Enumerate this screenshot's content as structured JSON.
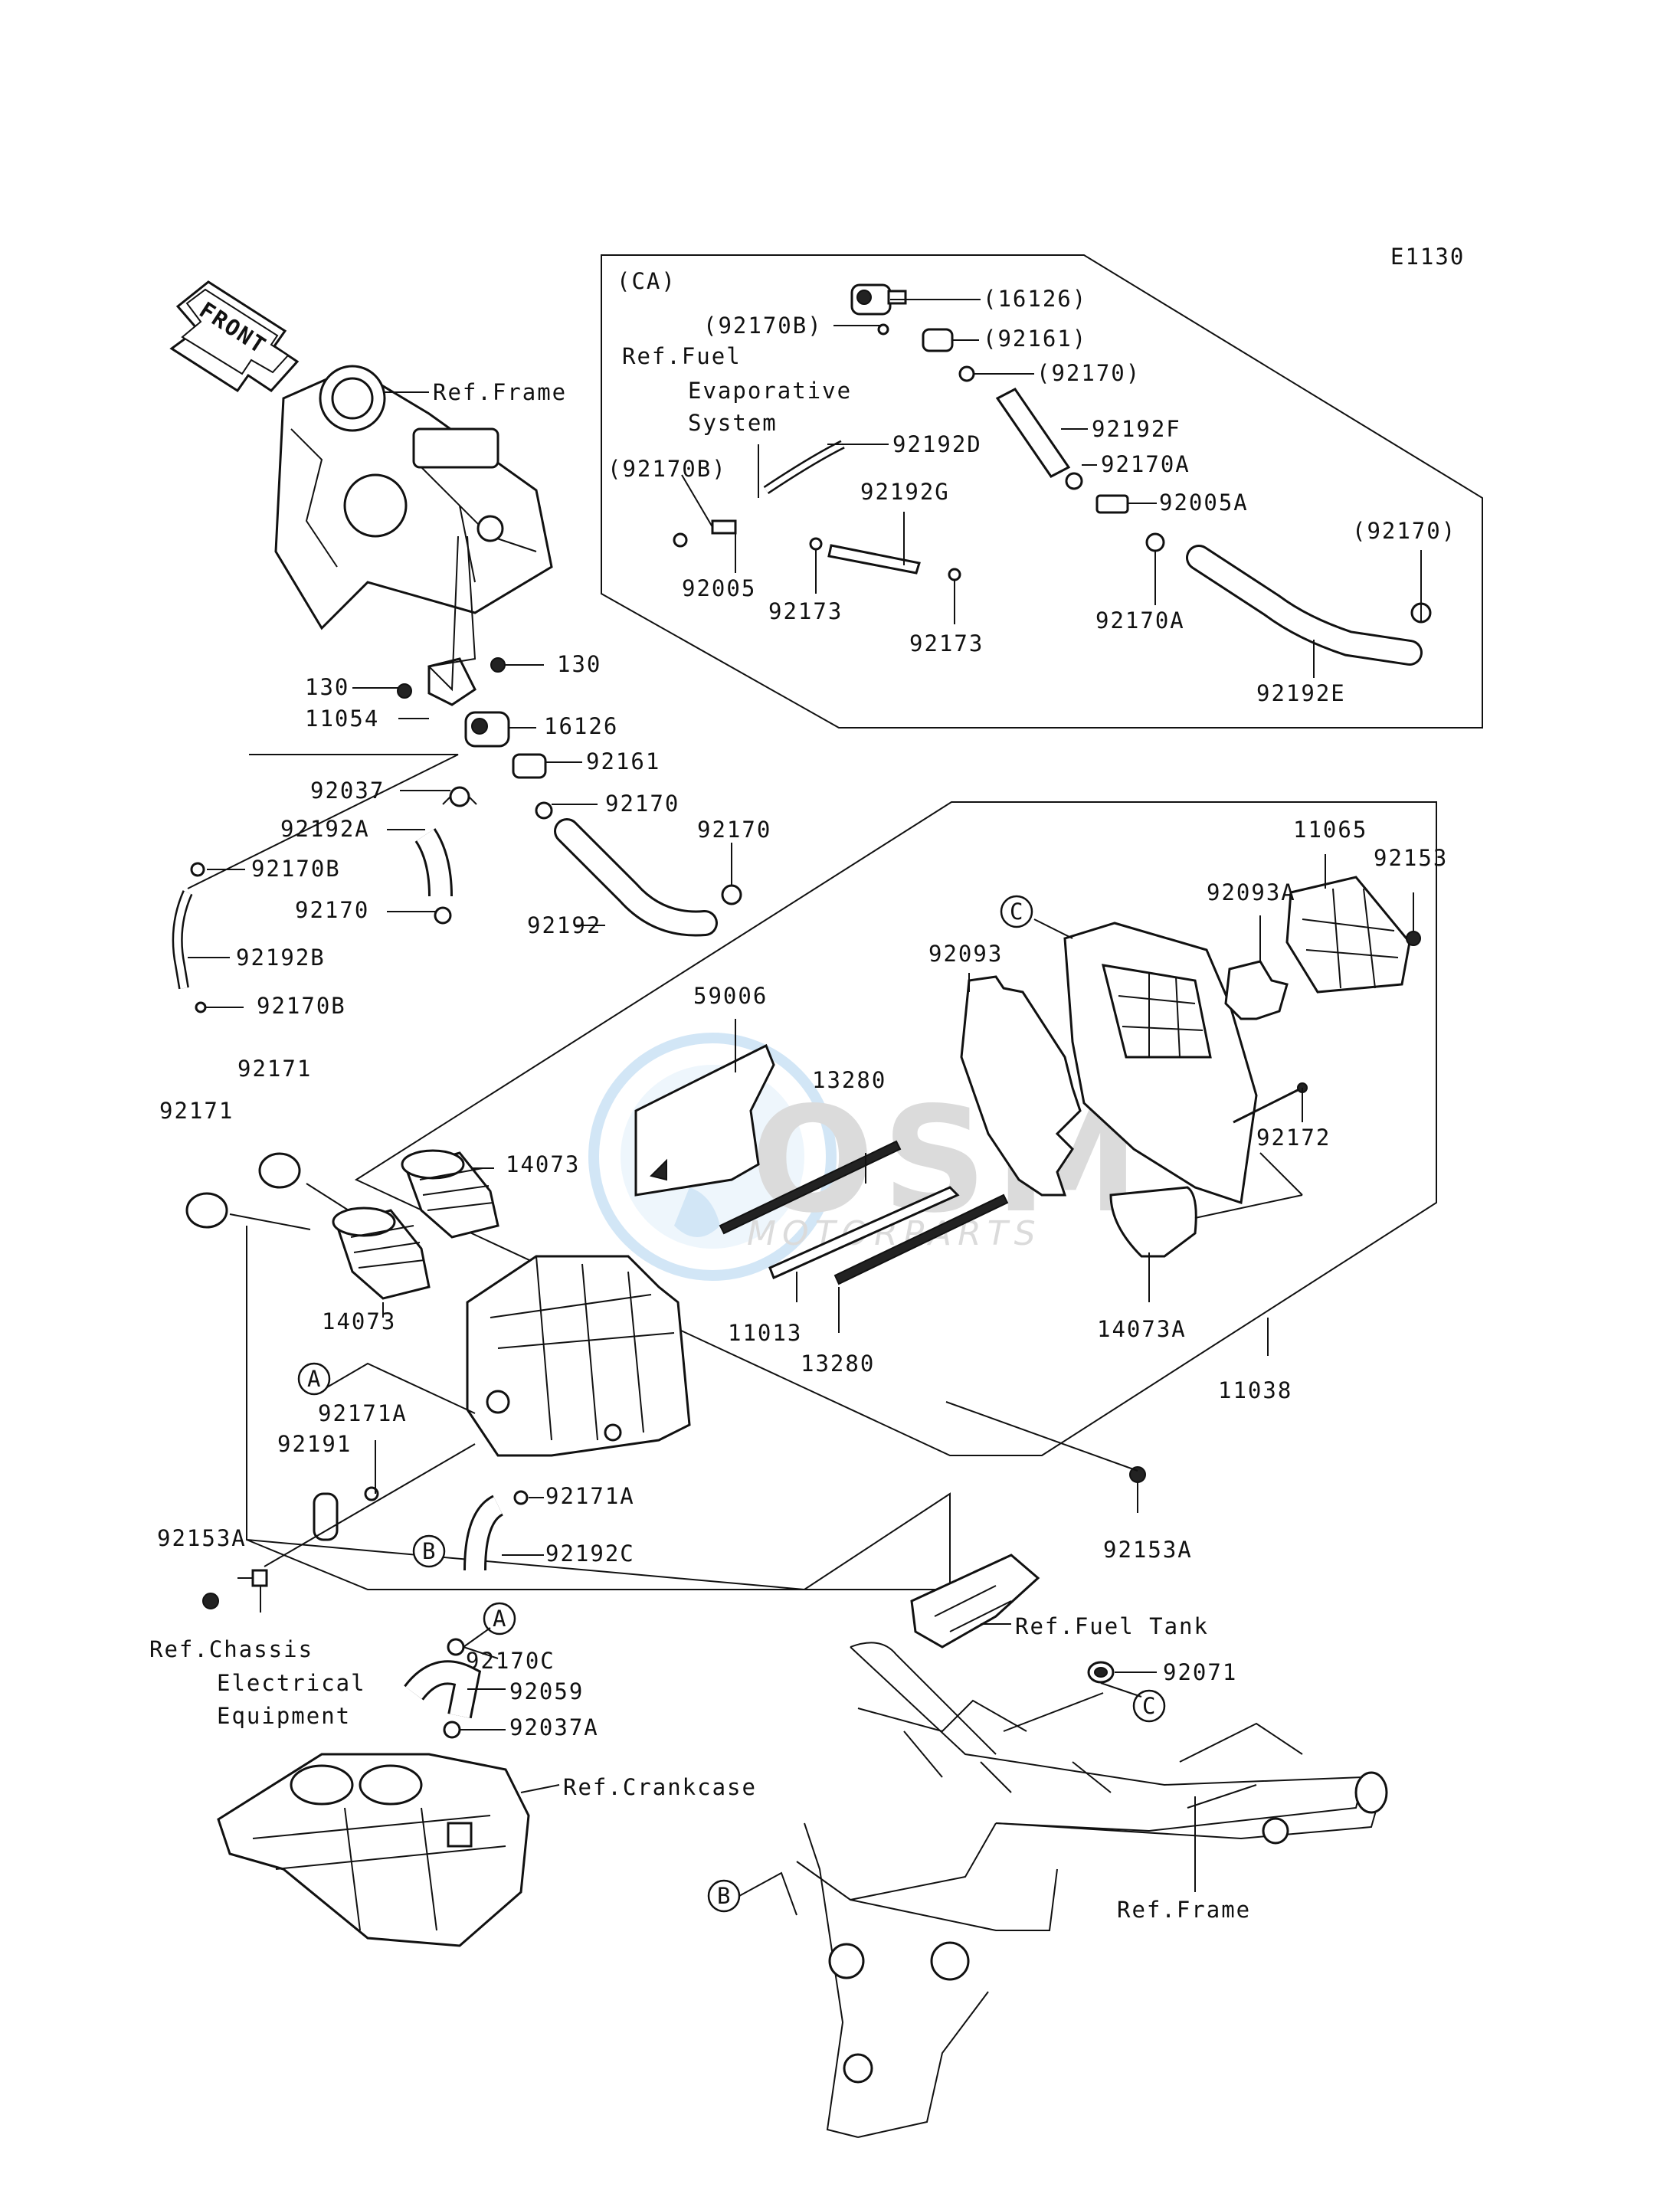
{
  "diagram_code": "E1130",
  "front_label": "FRONT",
  "ca_box_label": "(CA)",
  "watermark": {
    "brand": "OSM",
    "sub": "MOTORPARTS"
  },
  "callouts": {
    "A": "A",
    "B": "B",
    "C": "C"
  },
  "labels": {
    "ca_16126": "(16126)",
    "ca_92170B_top": "(92170B)",
    "ca_92161": "(92161)",
    "ca_ref_fuel1": "Ref.Fuel",
    "ca_ref_fuel2": "Evaporative",
    "ca_ref_fuel3": "System",
    "ca_92170": "(92170)",
    "ca_92192F": "92192F",
    "ca_92192D": "92192D",
    "ca_92170B_left": "(92170B)",
    "ca_92192G": "92192G",
    "ca_92170A_a": "92170A",
    "ca_92005A": "92005A",
    "ca_92170_right": "(92170)",
    "ca_92005": "92005",
    "ca_92173_a": "92173",
    "ca_92173_b": "92173",
    "ca_92170A_b": "92170A",
    "ca_92192E": "92192E",
    "ref_frame_top": "Ref.Frame",
    "p130_right": "130",
    "p130_left": "130",
    "p11054": "11054",
    "p16126": "16126",
    "p92037": "92037",
    "p92161": "92161",
    "p92192A": "92192A",
    "p92170_a": "92170",
    "p92170_b": "92170",
    "p92170B_a": "92170B",
    "p92170_c": "92170",
    "p92192": "92192",
    "p92192B": "92192B",
    "p92170B_b": "92170B",
    "p11065": "11065",
    "p92153": "92153",
    "p92093A": "92093A",
    "p92093": "92093",
    "p59006": "59006",
    "p92171_a": "92171",
    "p92171_b": "92171",
    "p13280_a": "13280",
    "p14073_a": "14073",
    "p92172": "92172",
    "p14073_b": "14073",
    "p11013": "11013",
    "p13280_b": "13280",
    "p14073A": "14073A",
    "p11038": "11038",
    "p92171A_a": "92171A",
    "p92191": "92191",
    "p92171A_b": "92171A",
    "p92153A_a": "92153A",
    "p92192C": "92192C",
    "p92153A_b": "92153A",
    "ref_chassis1": "Ref.Chassis",
    "ref_chassis2": "Electrical",
    "ref_chassis3": "Equipment",
    "ref_fuel_tank": "Ref.Fuel Tank",
    "p92170C": "92170C",
    "p92071": "92071",
    "p92059": "92059",
    "p92037A": "92037A",
    "ref_crankcase": "Ref.Crankcase",
    "ref_frame_bottom": "Ref.Frame"
  }
}
